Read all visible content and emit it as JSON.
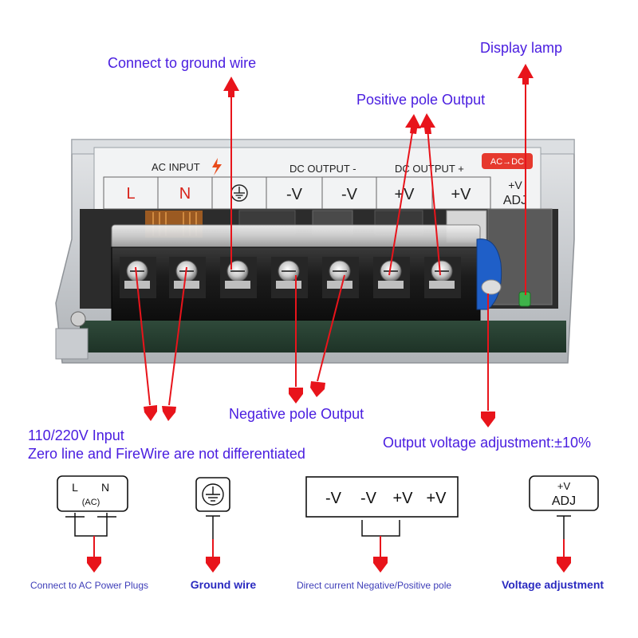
{
  "callouts": {
    "display_lamp": "Display lamp",
    "ground": "Connect to ground wire",
    "positive": "Positive pole Output",
    "negative": "Negative pole Output",
    "input_line1": "110/220V Input",
    "input_line2": "Zero line and FireWire are not differentiated",
    "adjust": "Output voltage adjustment:±10%"
  },
  "panel": {
    "ac_input": "AC INPUT",
    "dc_output_minus": "DC OUTPUT -",
    "dc_output_plus": "DC OUTPUT +",
    "badge": "AC→DC",
    "terminals": [
      "L",
      "N",
      "",
      "-V",
      "-V",
      "+V",
      "+V"
    ],
    "adj_top": "+V",
    "adj_bottom": "ADJ"
  },
  "diagrams": {
    "ac": {
      "l": "L",
      "n": "N",
      "sub": "(AC)",
      "caption": "Connect to AC Power Plugs"
    },
    "ground": {
      "caption": "Ground wire"
    },
    "dc": {
      "terms": [
        "-V",
        "-V",
        "+V",
        "+V"
      ],
      "caption": "Direct current Negative/Positive pole"
    },
    "adj": {
      "top": "+V",
      "bottom": "ADJ",
      "caption": "Voltage adjustment"
    }
  },
  "colors": {
    "arrow": "#e8141b",
    "label": "#4a1ee0",
    "caption": "#2a2ac0"
  }
}
